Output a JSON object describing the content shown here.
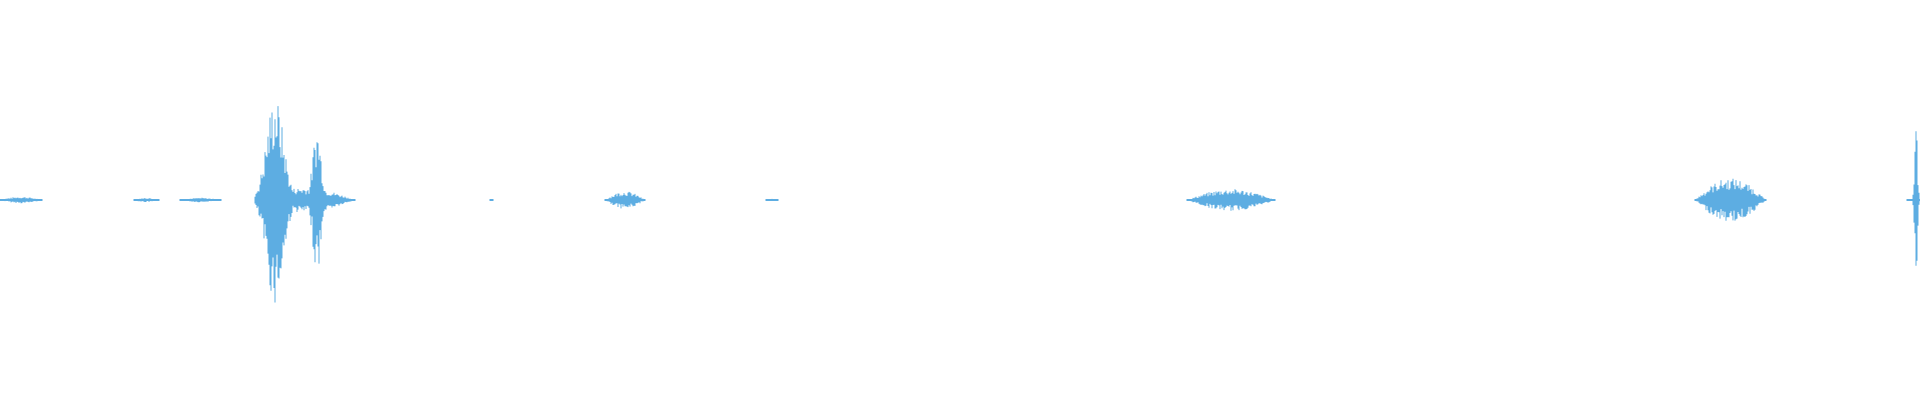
{
  "waveform": {
    "color": "#5dade2",
    "segments": [
      {
        "start": 0.0,
        "end": 0.022,
        "peak": 0.03
      },
      {
        "start": 0.07,
        "end": 0.083,
        "peak": 0.02
      },
      {
        "start": 0.094,
        "end": 0.115,
        "peak": 0.02
      },
      {
        "start": 0.133,
        "end": 0.185,
        "peak": 0.95
      },
      {
        "start": 0.255,
        "end": 0.257,
        "peak": 0.01
      },
      {
        "start": 0.315,
        "end": 0.336,
        "peak": 0.08
      },
      {
        "start": 0.399,
        "end": 0.405,
        "peak": 0.01
      },
      {
        "start": 0.618,
        "end": 0.664,
        "peak": 0.1
      },
      {
        "start": 0.883,
        "end": 0.92,
        "peak": 0.2
      },
      {
        "start": 0.993,
        "end": 1.0,
        "peak": 0.7
      }
    ]
  }
}
